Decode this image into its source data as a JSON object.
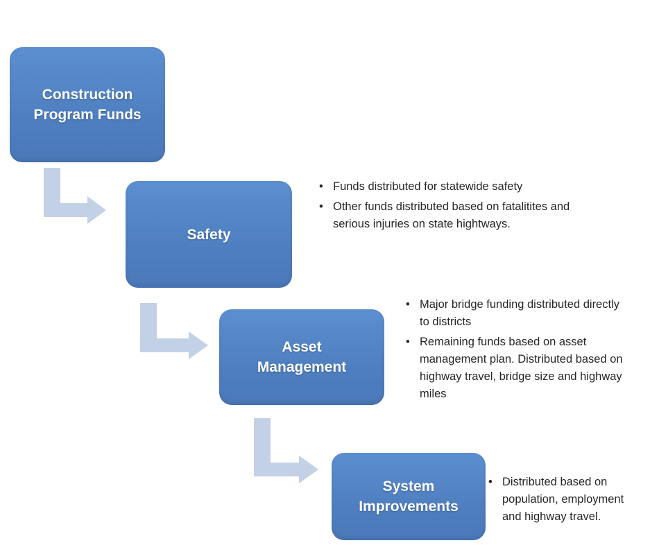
{
  "colors": {
    "box_fill": "#4f81bd",
    "arrow_fill": "#c3d1e6",
    "text": "#262626"
  },
  "boxes": [
    {
      "label": "Construction\nProgram Funds"
    },
    {
      "label": "Safety"
    },
    {
      "label": "Asset\nManagement"
    },
    {
      "label": "System\nImprovements"
    }
  ],
  "details": [
    {
      "items": [
        "Funds distributed for statewide safety",
        "Other funds distributed based on fatalitites and serious injuries on state hightways."
      ]
    },
    {
      "items": [
        "Major bridge funding distributed directly to districts",
        "Remaining funds based on asset management plan. Distributed based on highway travel, bridge size and highway miles"
      ]
    },
    {
      "items": [
        "Distributed based on population, employment and highway travel."
      ]
    }
  ]
}
